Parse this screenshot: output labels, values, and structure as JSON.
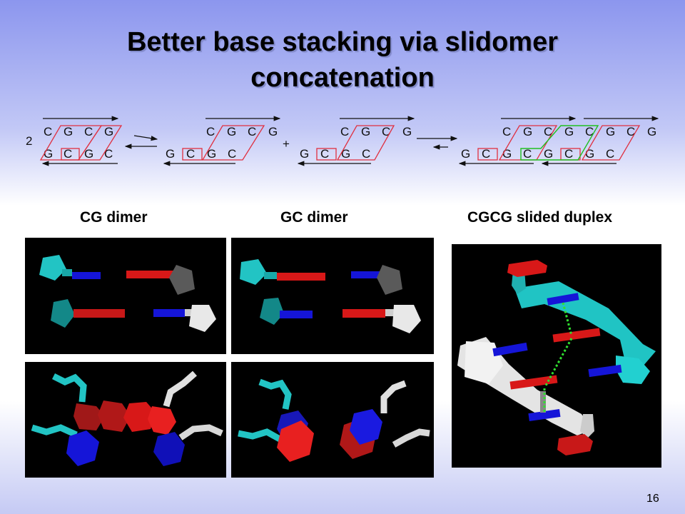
{
  "title_line1": "Better base stacking via slidomer",
  "title_line2": "concatenation",
  "schematic": {
    "coefficient": "2",
    "plus": "+",
    "row1": [
      "C",
      "G",
      "C",
      "G"
    ],
    "row2": [
      "G",
      "C",
      "G",
      "C"
    ],
    "duplex_top": [
      "C",
      "G",
      "C",
      "G",
      "C",
      "G",
      "C",
      "G"
    ],
    "duplex_bottom": [
      "G",
      "C",
      "G",
      "C",
      "G",
      "C",
      "G",
      "C"
    ]
  },
  "labels": {
    "cg_dimer": "CG dimer",
    "gc_dimer": "GC dimer",
    "slided_duplex": "CGCG slided duplex"
  },
  "page_number": "16",
  "colors": {
    "base_red": "#e52020",
    "base_blue": "#1515d8",
    "sugar_cyan": "#20c8c8",
    "sugar_white": "#e8e8e8",
    "box_red": "#e03040",
    "box_green": "#20c020",
    "hbond_green": "#30e030"
  }
}
